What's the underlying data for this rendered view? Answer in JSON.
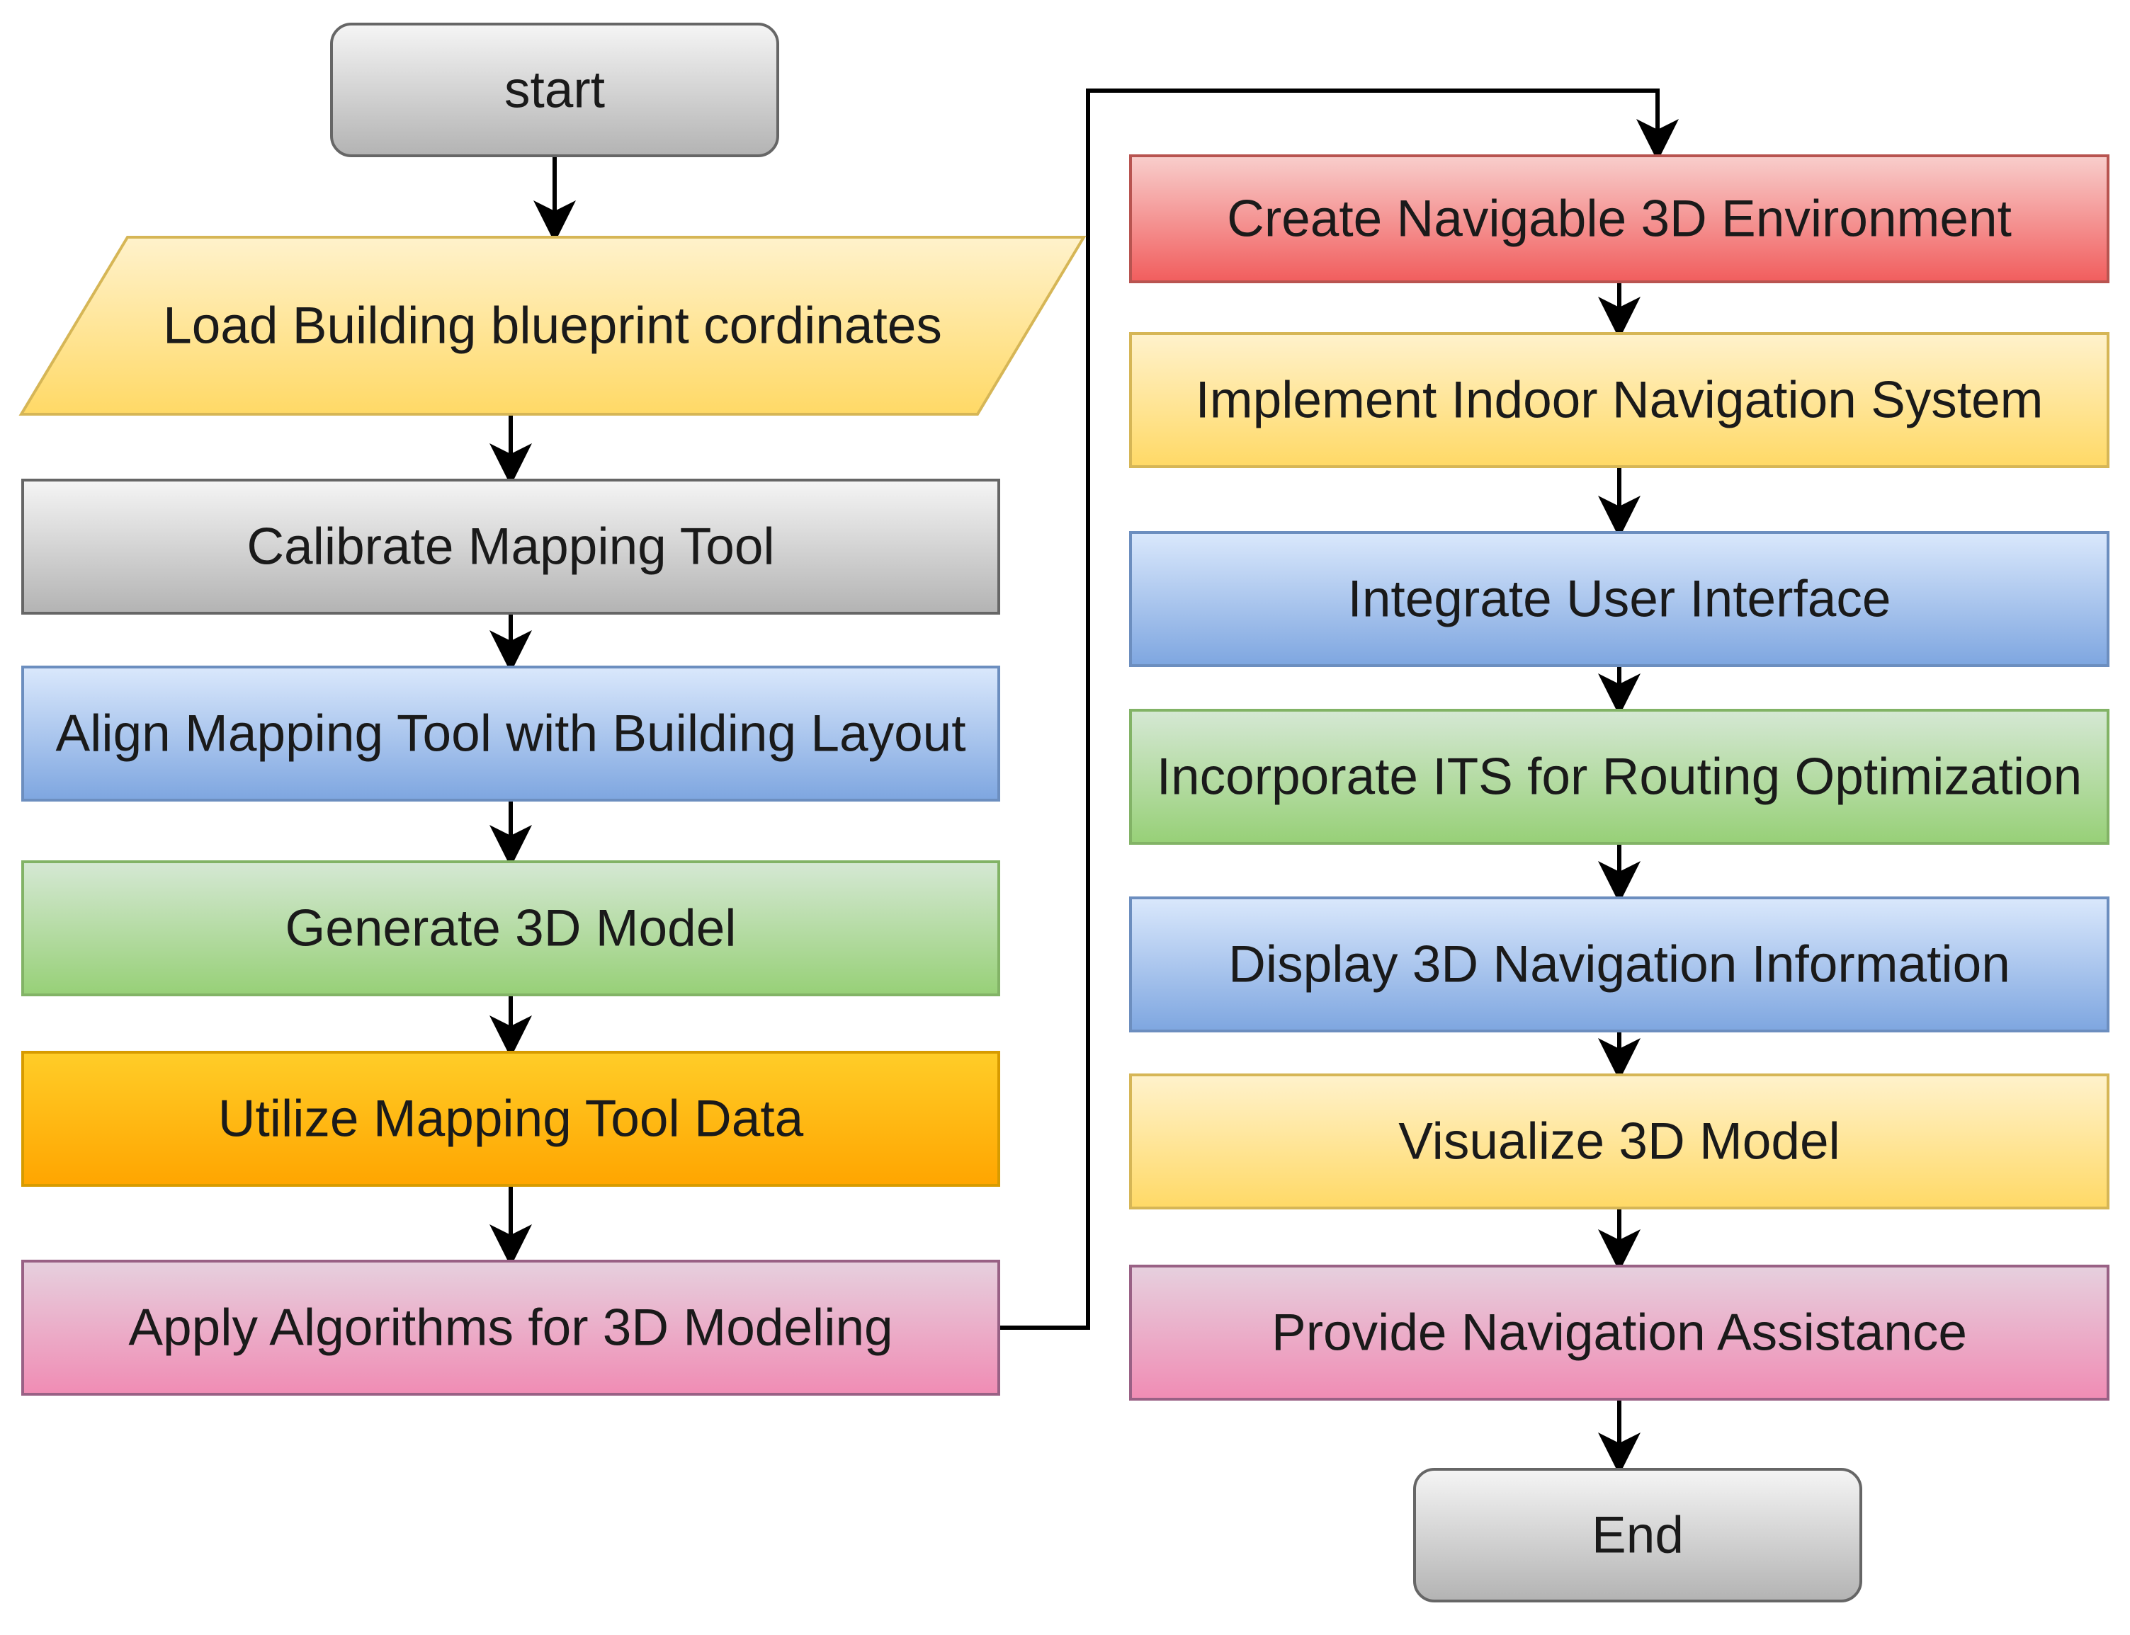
{
  "diagram": {
    "left_column": [
      {
        "id": "start",
        "label": "start",
        "shape": "terminal",
        "color": "gray"
      },
      {
        "id": "load",
        "label": "Load Building blueprint cordinates",
        "shape": "parallelogram",
        "color": "yellow"
      },
      {
        "id": "calibrate",
        "label": "Calibrate Mapping Tool",
        "shape": "rect",
        "color": "gray"
      },
      {
        "id": "align",
        "label": "Align Mapping Tool with Building Layout",
        "shape": "rect",
        "color": "blue"
      },
      {
        "id": "generate",
        "label": "Generate 3D Model",
        "shape": "rect",
        "color": "green"
      },
      {
        "id": "utilize",
        "label": "Utilize Mapping Tool Data",
        "shape": "rect",
        "color": "orange"
      },
      {
        "id": "apply",
        "label": "Apply Algorithms for 3D Modeling",
        "shape": "rect",
        "color": "pink"
      }
    ],
    "right_column": [
      {
        "id": "create",
        "label": "Create Navigable 3D Environment",
        "shape": "rect",
        "color": "red"
      },
      {
        "id": "implement",
        "label": "Implement Indoor Navigation System",
        "shape": "rect",
        "color": "yellow"
      },
      {
        "id": "integrate",
        "label": "Integrate User Interface",
        "shape": "rect",
        "color": "blue"
      },
      {
        "id": "incorporate",
        "label": "Incorporate ITS for Routing Optimization",
        "shape": "rect",
        "color": "green"
      },
      {
        "id": "display",
        "label": "Display 3D Navigation Information",
        "shape": "rect",
        "color": "blue"
      },
      {
        "id": "visualize",
        "label": "Visualize 3D Model",
        "shape": "rect",
        "color": "yellow"
      },
      {
        "id": "provide",
        "label": "Provide Navigation Assistance",
        "shape": "rect",
        "color": "pink"
      },
      {
        "id": "end",
        "label": "End",
        "shape": "terminal",
        "color": "gray"
      }
    ],
    "edges": [
      [
        "start",
        "load"
      ],
      [
        "load",
        "calibrate"
      ],
      [
        "calibrate",
        "align"
      ],
      [
        "align",
        "generate"
      ],
      [
        "generate",
        "utilize"
      ],
      [
        "utilize",
        "apply"
      ],
      [
        "apply",
        "create"
      ],
      [
        "create",
        "implement"
      ],
      [
        "implement",
        "integrate"
      ],
      [
        "integrate",
        "incorporate"
      ],
      [
        "incorporate",
        "display"
      ],
      [
        "display",
        "visualize"
      ],
      [
        "visualize",
        "provide"
      ],
      [
        "provide",
        "end"
      ]
    ]
  },
  "palette": {
    "gray": {
      "top": "#f5f5f5",
      "bottom": "#b3b3b3",
      "stroke": "#666666"
    },
    "yellow": {
      "top": "#fff2cc",
      "bottom": "#ffd966",
      "stroke": "#d6b656"
    },
    "blue": {
      "top": "#dae8fc",
      "bottom": "#7ea6e0",
      "stroke": "#6c8ebf"
    },
    "green": {
      "top": "#d5e8d4",
      "bottom": "#97d077",
      "stroke": "#82b366"
    },
    "orange": {
      "top": "#ffcd28",
      "bottom": "#ffa500",
      "stroke": "#d79b00"
    },
    "pink": {
      "top": "#e6d0de",
      "bottom": "#f08cb4",
      "stroke": "#996185"
    },
    "red": {
      "top": "#f8cecc",
      "bottom": "#f15d5d",
      "stroke": "#b85450"
    }
  }
}
